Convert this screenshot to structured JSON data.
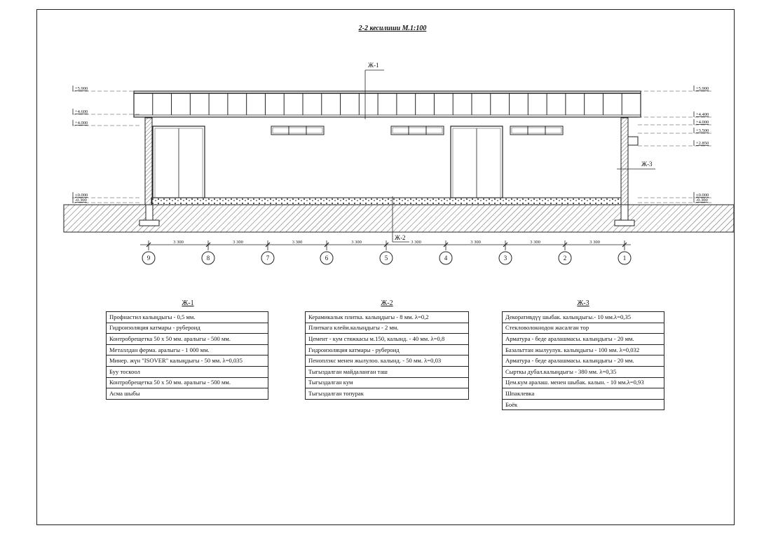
{
  "sheet": {
    "title": "2-2 кесилиши  М.1:100"
  },
  "callouts": {
    "zh1": "Ж-1",
    "zh2": "Ж-2",
    "zh3": "Ж-3"
  },
  "levels_left": [
    "+5.900",
    "+4.600",
    "+4.000",
    "±0.000",
    "-0.300"
  ],
  "levels_right": [
    "+5.900",
    "+4.400",
    "+4.000",
    "+3.500",
    "+2.850",
    "±0.000",
    "-0.300"
  ],
  "dimensions": [
    "3 300",
    "3 300",
    "3 300",
    "3 300",
    "3 300",
    "3 300",
    "3 300",
    "3 300"
  ],
  "axes": [
    "9",
    "8",
    "7",
    "6",
    "5",
    "4",
    "3",
    "2",
    "1"
  ],
  "legends": [
    {
      "title": "Ж-1",
      "rows": [
        "Профнастил калыңдыгы - 0,5 мм.",
        "Гидроизоляция катмары - рубероид",
        "Контробрещетка 50 х 50 мм. аралыгы - 500 мм.",
        "Металлдан ферма. аралыгы - 1 000 мм.",
        "Минер. жүн \"ISOVER\" калыңдыгы - 50 мм. λ=0,035",
        "Буу тоскоол",
        "Контробрещетка 50 х 50 мм. аралыгы - 500 мм.",
        "Асма шыбы"
      ]
    },
    {
      "title": "Ж-2",
      "rows": [
        "Керамикалык плитка. калыңдыгы - 8 мм. λ=0,2",
        "Плиткага клейи.калыңдыгы - 2 мм.",
        "Цемент - кум стяжкасы м.150, калынд. - 40 мм. λ=0,8",
        "Гидроизоляция катмары - рубероид",
        "Пеноплэкс менен жылулоо. калынд. - 50 мм. λ=0,03",
        "Тыгыздалган майдаланган таш",
        "Тыгыздалган кум",
        "Тыгыздалган топурак"
      ]
    },
    {
      "title": "Ж-3",
      "rows": [
        "Декоративдүү шыбак. калыңдыгы.- 10 мм.λ=0,35",
        "Стекловолокнодон жасалган тор",
        "Арматура - беде аралашмасы. калыңдыгы - 20 мм.",
        "Базальттан жылуулук. калыңдыгы - 100 мм. λ=0,032",
        "Арматура - беде аралашмасы. калыңдыгы - 20 мм.",
        "Сырткы дубал.калыңдыгы - 380 мм. λ=0,35",
        "Цем.кум аралаш. менен шыбак. калын. - 10 мм.λ=0,93",
        "Шпаклевка",
        "Боёк"
      ]
    }
  ]
}
